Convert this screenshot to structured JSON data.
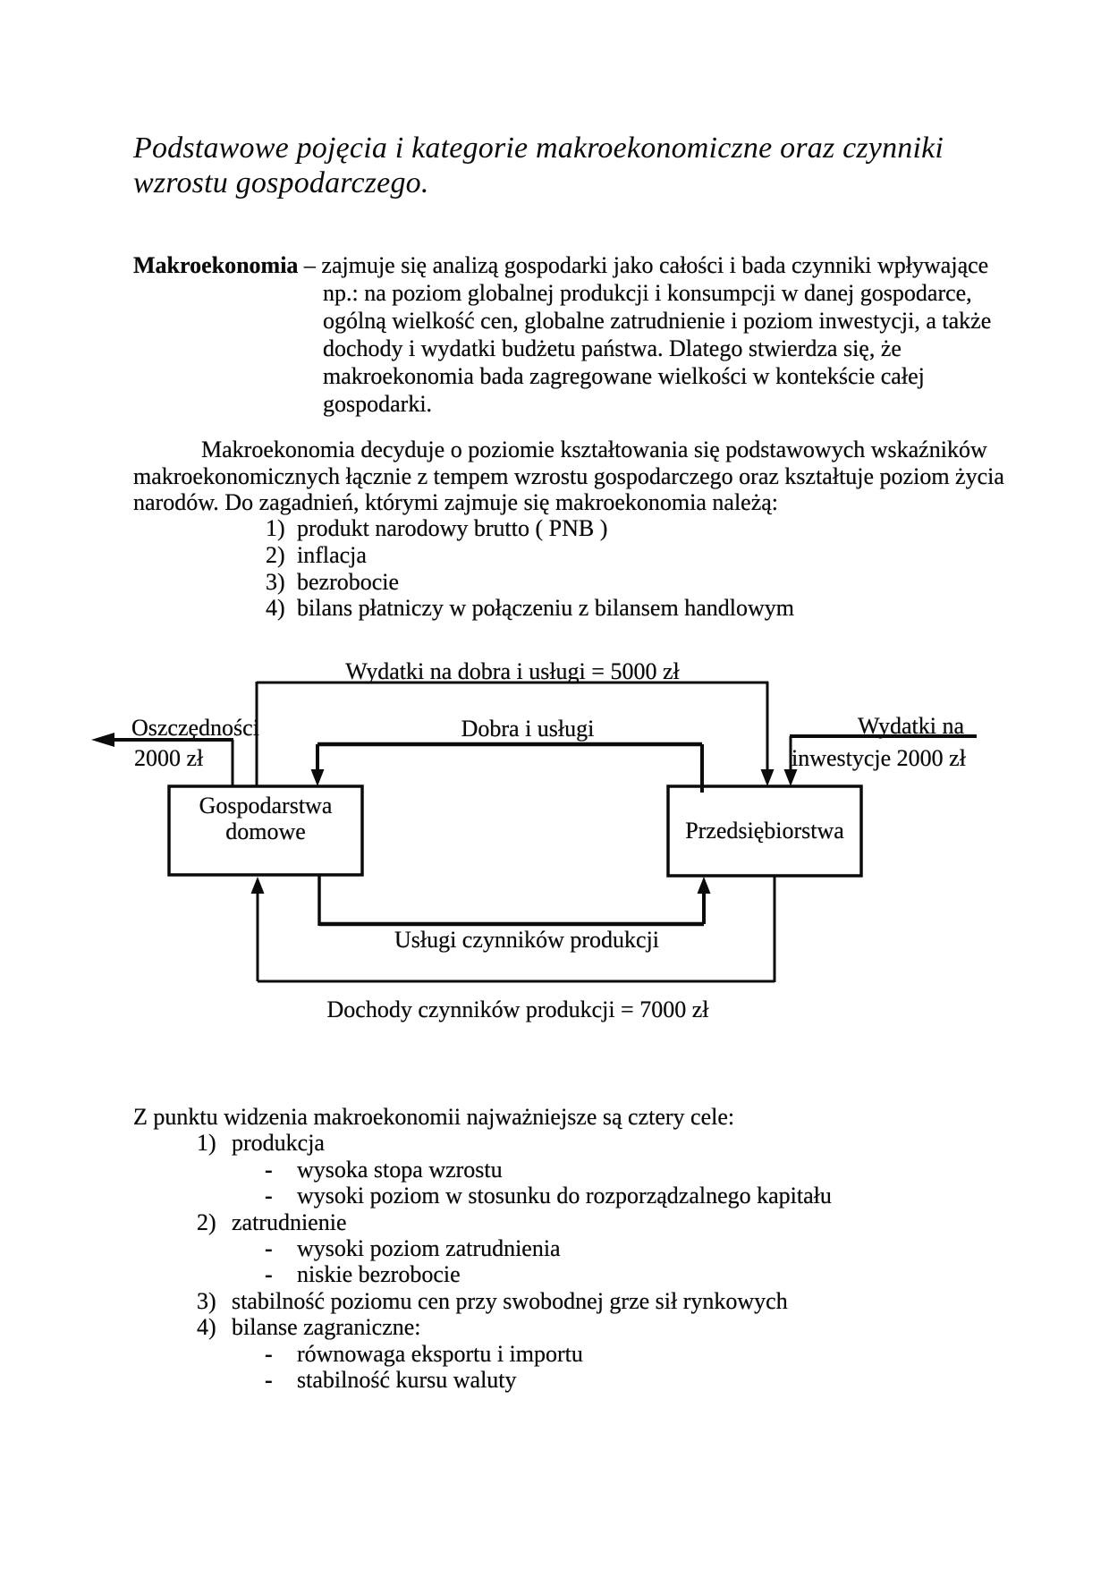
{
  "title": {
    "lines": [
      "Podstawowe pojęcia i kategorie makroekonomiczne oraz czynniki",
      "wzrostu gospodarczego."
    ]
  },
  "para1": {
    "term": "Makroekonomia",
    "lead": " – zajmuje się analizą gospodarki jako całości i bada czynniki wpływające",
    "lines": [
      "np.: na poziom globalnej produkcji i konsumpcji w danej gospodarce,",
      "ogólną wielkość cen, globalne zatrudnienie i poziom inwestycji, a także",
      "dochody i wydatki budżetu państwa. Dlatego stwierdza się, że",
      "makroekonomia bada zagregowane wielkości w kontekście całej",
      "gospodarki."
    ]
  },
  "para2": {
    "lines": [
      "Makroekonomia decyduje o poziomie kształtowania się podstawowych wskaźników",
      "makroekonomicznych łącznie z tempem wzrostu gospodarczego oraz kształtuje poziom życia",
      "narodów. Do zagadnień, którymi zajmuje się makroekonomia należą:"
    ]
  },
  "topics": {
    "items": [
      {
        "num": "1)",
        "text": "produkt narodowy brutto ( PNB )"
      },
      {
        "num": "2)",
        "text": "inflacja"
      },
      {
        "num": "3)",
        "text": "bezrobocie"
      },
      {
        "num": "4)",
        "text": "bilans płatniczy w połączeniu z bilansem handlowym"
      }
    ]
  },
  "diagram": {
    "top_flow_label": "Wydatki na dobra i usługi = 5000 zł",
    "savings": {
      "line1": "Oszczędności",
      "line2": "2000 zł"
    },
    "goods_label": "Dobra i usługi",
    "investment": {
      "line1": "Wydatki na",
      "line2": "inwestycje 2000 zł"
    },
    "households_box": {
      "line1": "Gospodarstwa",
      "line2": "domowe"
    },
    "enterprises_box": {
      "label": "Przedsiębiorstwa"
    },
    "factor_services_label": "Usługi czynników produkcji",
    "factor_income_label": "Dochody czynników produkcji = 7000 zł"
  },
  "goals": {
    "intro": "Z punktu widzenia makroekonomii najważniejsze są cztery cele:",
    "bullet": "-",
    "items": [
      {
        "num": "1)",
        "text": "produkcja",
        "subs": [
          "wysoka stopa wzrostu",
          "wysoki poziom w stosunku do rozporządzalnego kapitału"
        ]
      },
      {
        "num": "2)",
        "text": "zatrudnienie",
        "subs": [
          "wysoki poziom zatrudnienia",
          "niskie bezrobocie"
        ]
      },
      {
        "num": "3)",
        "text": "stabilność poziomu cen przy swobodnej grze sił rynkowych",
        "subs": []
      },
      {
        "num": "4)",
        "text": "bilanse zagraniczne:",
        "subs": [
          "równowaga eksportu i importu",
          "stabilność kursu waluty"
        ]
      }
    ]
  }
}
